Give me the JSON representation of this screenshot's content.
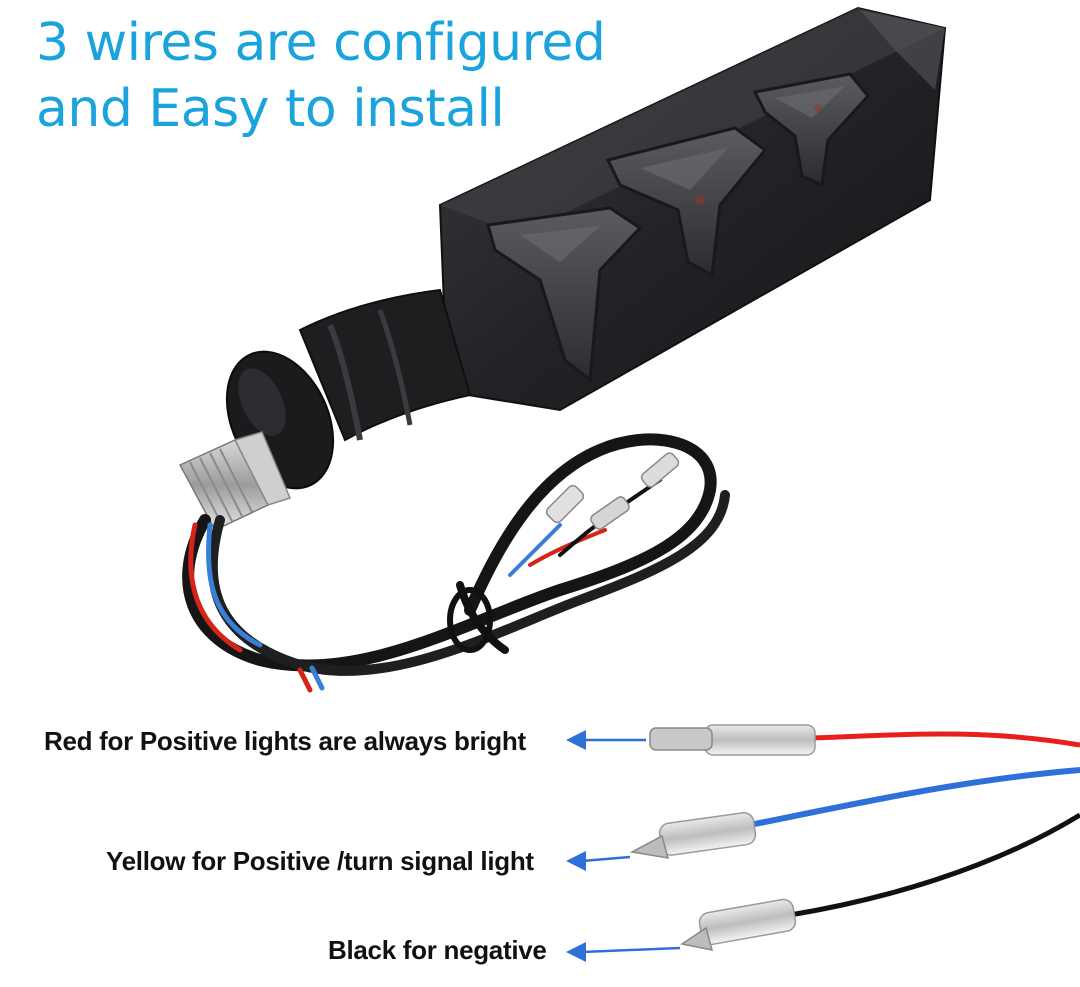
{
  "headline": {
    "line1": "3 wires are configured",
    "line2": "and Easy to install"
  },
  "wire_labels": [
    {
      "text": "Red for Positive lights are always bright",
      "wire_color": "#e8201c"
    },
    {
      "text": "Yellow for Positive /turn signal light",
      "wire_color": "#2f6fd8"
    },
    {
      "text": "Black for negative",
      "wire_color": "#111111"
    }
  ],
  "colors": {
    "headline": "#1aa3dc",
    "arrow": "#2f6fd8",
    "housing": "#2a2b2e"
  }
}
